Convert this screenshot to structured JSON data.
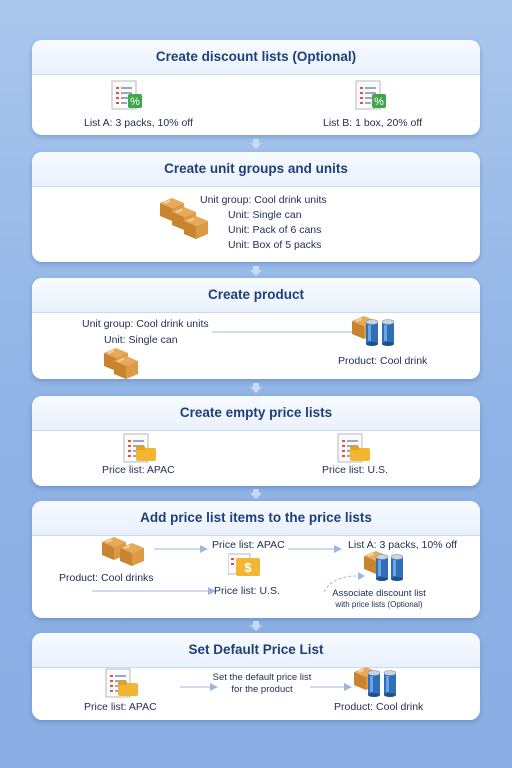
{
  "steps": [
    {
      "title": "Create discount lists (Optional)",
      "items": [
        "List A: 3 packs, 10% off",
        "List B: 1 box, 20% off"
      ]
    },
    {
      "title": "Create unit groups and units",
      "items": [
        "Unit group: Cool drink units",
        "Unit: Single can",
        "Unit: Pack of 6 cans",
        "Unit: Box of 5 packs"
      ]
    },
    {
      "title": "Create product",
      "items": [
        "Unit group: Cool drink units",
        "Unit: Single can",
        "Product: Cool drink"
      ]
    },
    {
      "title": "Create empty price lists",
      "items": [
        "Price list: APAC",
        "Price list: U.S."
      ]
    },
    {
      "title": "Add price list items to the price lists",
      "items": [
        "Product: Cool drinks",
        "Price list: APAC",
        "Price list: U.S.",
        "List A: 3 packs, 10% off",
        "Associate discount list",
        "with price lists (Optional)"
      ]
    },
    {
      "title": "Set Default Price List",
      "items": [
        "Price list: APAC",
        "Set the default price list",
        "for the product",
        "Product: Cool drink"
      ]
    }
  ],
  "icons": [
    "document-percent-icon",
    "boxes-icon",
    "cans-icon",
    "document-folder-icon",
    "dollar-folder-icon"
  ],
  "colors": {
    "title": "#1f3f7a",
    "background": "#8fb3e6",
    "arrow": "#9fb7dd"
  }
}
